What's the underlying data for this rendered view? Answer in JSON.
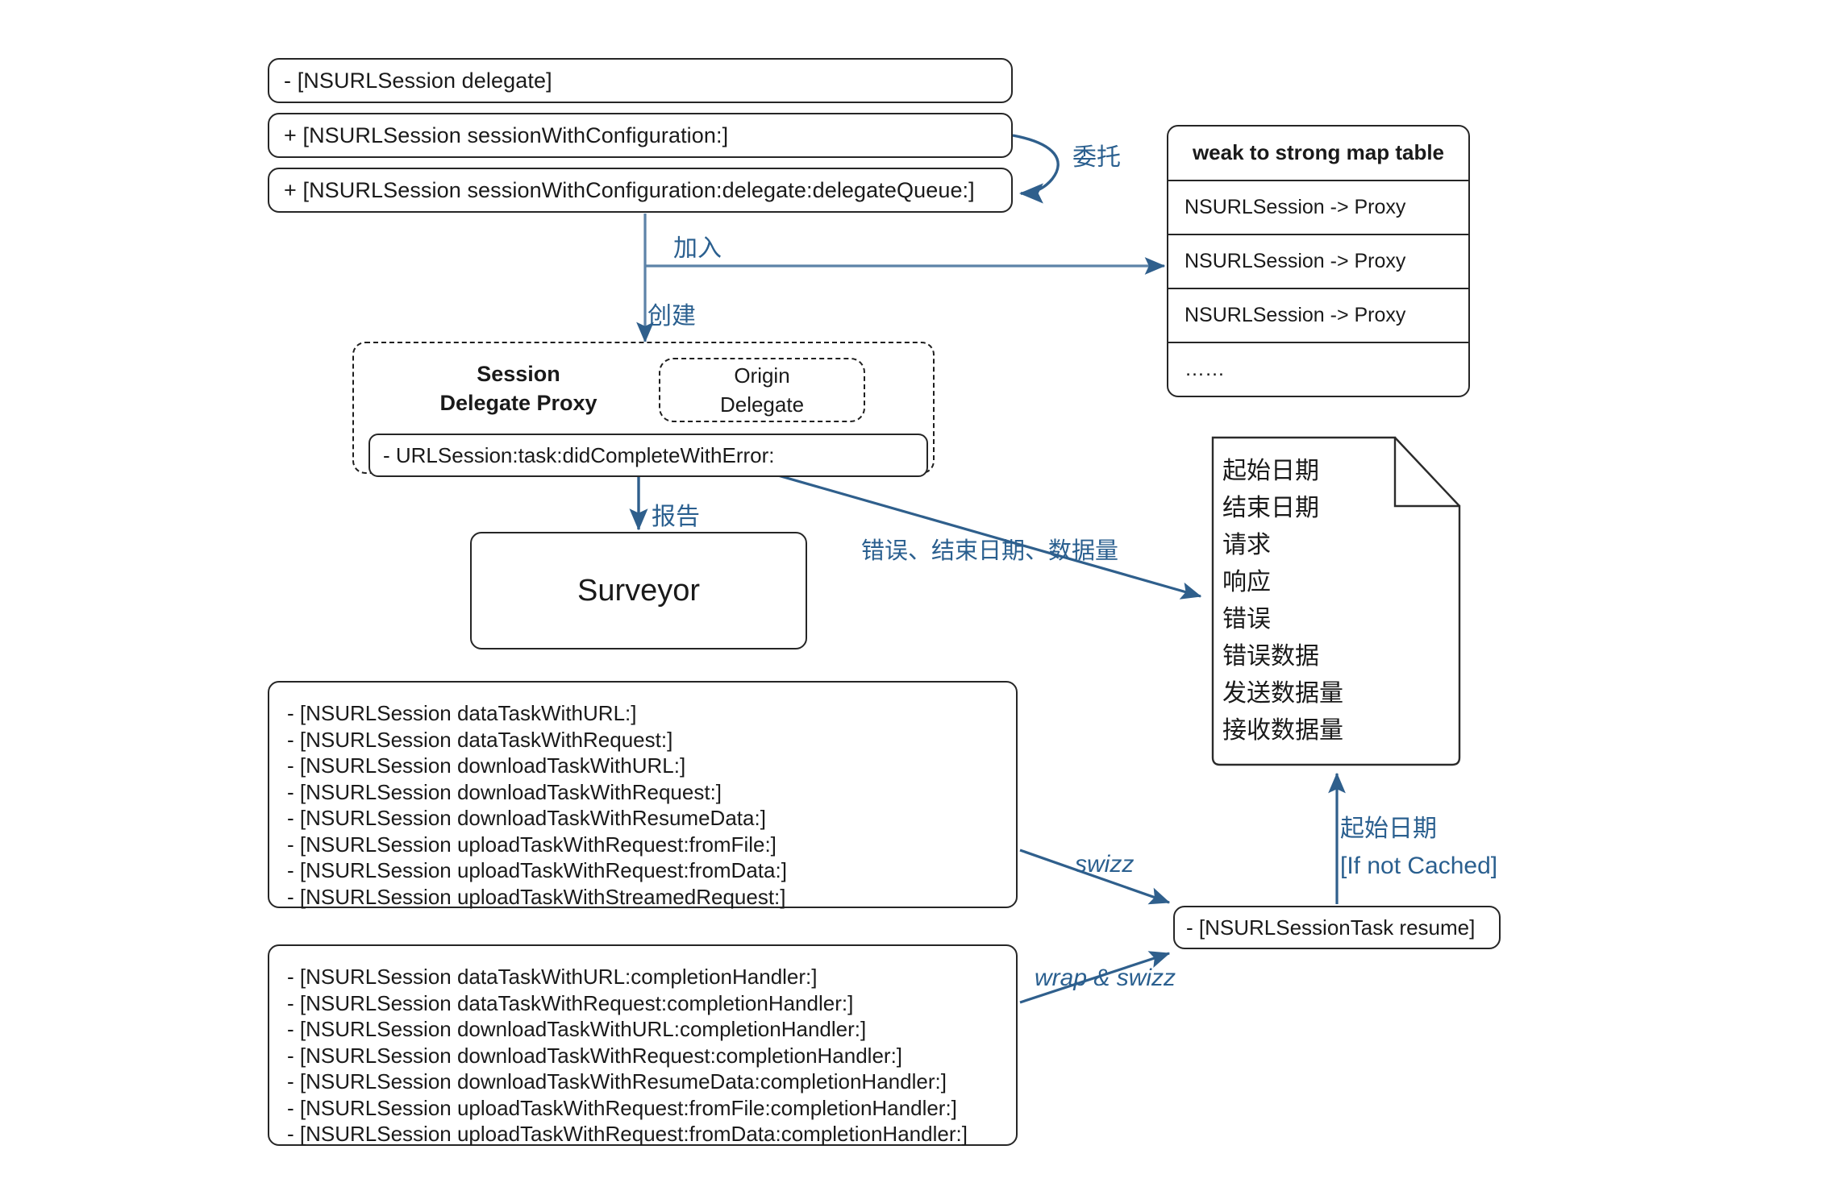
{
  "colors": {
    "accent_blue": "#2a5f8f",
    "arrow_blue": "#2f5f8c",
    "stroke_dark": "#262626",
    "background": "#ffffff"
  },
  "signatures": [
    {
      "label": "- [NSURLSession delegate]"
    },
    {
      "label": "+ [NSURLSession sessionWithConfiguration:]"
    },
    {
      "label": "+ [NSURLSession sessionWithConfiguration:delegate:delegateQueue:]"
    }
  ],
  "map_table": {
    "title": "weak to strong map table",
    "rows": [
      "NSURLSession -> Proxy",
      "NSURLSession -> Proxy",
      "NSURLSession -> Proxy",
      "……"
    ]
  },
  "proxy": {
    "title_line1": "Session",
    "title_line2": "Delegate Proxy",
    "origin_line1": "Origin",
    "origin_line2": "Delegate",
    "method": "- URLSession:task:didCompleteWithError:"
  },
  "surveyor": {
    "label": "Surveyor"
  },
  "note": {
    "items": [
      "起始日期",
      "结束日期",
      "请求",
      "响应",
      "错误",
      "错误数据",
      "发送数据量",
      "接收数据量"
    ]
  },
  "task_list": {
    "items": [
      "- [NSURLSession dataTaskWithURL:]",
      "- [NSURLSession dataTaskWithRequest:]",
      "- [NSURLSession downloadTaskWithURL:]",
      "- [NSURLSession downloadTaskWithRequest:]",
      "- [NSURLSession downloadTaskWithResumeData:]",
      "- [NSURLSession uploadTaskWithRequest:fromFile:]",
      "- [NSURLSession uploadTaskWithRequest:fromData:]",
      "- [NSURLSession uploadTaskWithStreamedRequest:]"
    ]
  },
  "handler_list": {
    "items": [
      "- [NSURLSession dataTaskWithURL:completionHandler:]",
      "- [NSURLSession dataTaskWithRequest:completionHandler:]",
      "- [NSURLSession downloadTaskWithURL:completionHandler:]",
      "- [NSURLSession downloadTaskWithRequest:completionHandler:]",
      "- [NSURLSession downloadTaskWithResumeData:completionHandler:]",
      "- [NSURLSession uploadTaskWithRequest:fromFile:completionHandler:]",
      "- [NSURLSession uploadTaskWithRequest:fromData:completionHandler:]"
    ]
  },
  "resume": {
    "label": "- [NSURLSessionTask resume]"
  },
  "arrow_labels": {
    "delegate": "委托",
    "join": "加入",
    "create": "创建",
    "report": "报告",
    "error_enddate_datasize": "错误、结束日期、数据量",
    "swizz": "swizz",
    "wrap_swizz": "wrap & swizz",
    "start_date_line1": "起始日期",
    "start_date_line2": "[If not Cached]"
  }
}
